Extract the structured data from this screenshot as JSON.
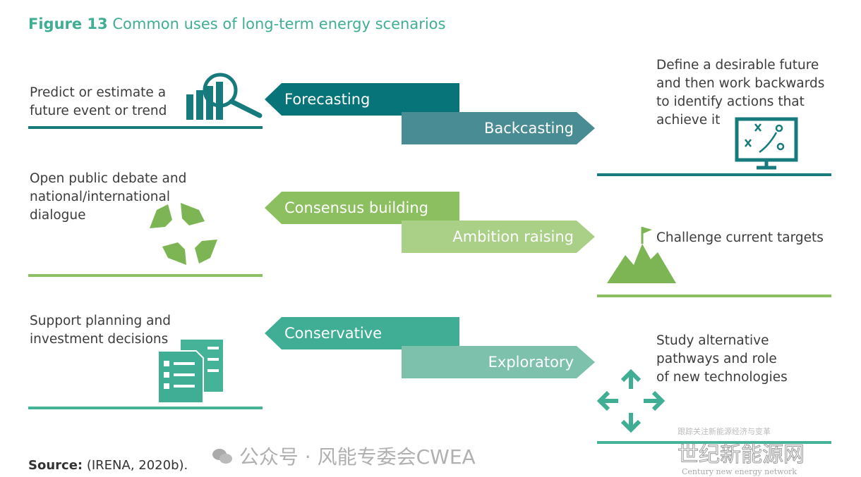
{
  "title": {
    "figure": "Figure 13",
    "text": "Common uses of long-term energy scenarios"
  },
  "rows": [
    {
      "left_text": [
        "Predict or estimate a",
        "future event or trend"
      ],
      "left_label": "Forecasting",
      "left_color": "#067479",
      "right_label": "Backcasting",
      "right_color": "#4a8c93",
      "right_text": [
        "Define a desirable future",
        "and then work backwards",
        "to identify actions that",
        "achieve it"
      ],
      "line_color": "#177a7c",
      "left_icon": "magnifier-bar-chart-icon",
      "right_icon": "strategy-board-icon"
    },
    {
      "left_text": [
        "Open public debate and",
        "national/international",
        "dialogue"
      ],
      "left_label": "Consensus building",
      "left_color": "#8cbf5f",
      "right_label": "Ambition raising",
      "right_color": "#a9d086",
      "right_text": [
        "Challenge current targets"
      ],
      "line_color": "#8cc063",
      "left_icon": "joined-hands-icon",
      "right_icon": "mountain-flag-icon"
    },
    {
      "left_text": [
        "Support planning and",
        "investment decisions"
      ],
      "left_label": "Conservative",
      "left_color": "#3fae94",
      "right_label": "Exploratory",
      "right_color": "#7dc1ad",
      "right_text": [
        "Study alternative",
        "pathways and role",
        "of new technologies"
      ],
      "line_color": "#45b397",
      "left_icon": "documents-icon",
      "right_icon": "four-way-arrows-icon"
    }
  ],
  "source": {
    "label": "Source:",
    "text": " (IRENA, 2020b)."
  },
  "watermark": {
    "wechat": "公众号 · 风能专委会CWEA",
    "site": "世纪新能源网",
    "site_en": "Century new energy network",
    "tagline": "跟踪关注新能源经济与变革"
  }
}
